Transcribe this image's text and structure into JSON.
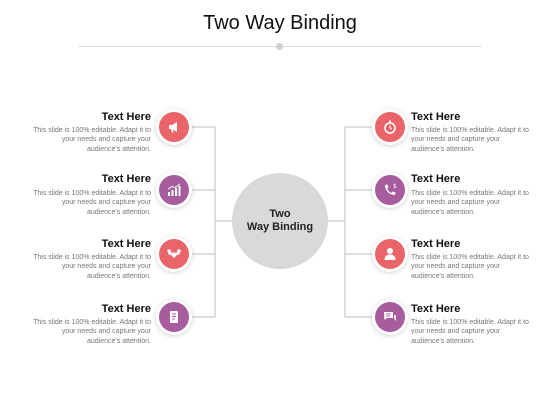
{
  "title": "Two Way Binding",
  "center_label_line1": "Two",
  "center_label_line2": "Way Binding",
  "colors": {
    "red": "#e9656a",
    "purple": "#a65c9d",
    "hub": "#d9d9d9",
    "line": "#bfbfbf"
  },
  "left_items": [
    {
      "title": "Text Here",
      "desc": "This slide is 100% editable. Adapt it to your needs and capture your audience's attention.",
      "icon": "megaphone-icon",
      "color": "red"
    },
    {
      "title": "Text Here",
      "desc": "This slide is 100% editable. Adapt it to your needs and capture your audience's attention.",
      "icon": "bar-chart-icon",
      "color": "purple"
    },
    {
      "title": "Text Here",
      "desc": "This slide is 100% editable. Adapt it to your needs and capture your audience's attention.",
      "icon": "handshake-icon",
      "color": "red"
    },
    {
      "title": "Text Here",
      "desc": "This slide is 100% editable. Adapt it to your needs and capture your audience's attention.",
      "icon": "document-icon",
      "color": "purple"
    }
  ],
  "right_items": [
    {
      "title": "Text Here",
      "desc": "This slide is 100% editable. Adapt it to your needs and capture your audience's attention.",
      "icon": "stopwatch-icon",
      "color": "red"
    },
    {
      "title": "Text Here",
      "desc": "This slide is 100% editable. Adapt it to your needs and capture your audience's attention.",
      "icon": "phone-dollar-icon",
      "color": "purple"
    },
    {
      "title": "Text Here",
      "desc": "This slide is 100% editable. Adapt it to your needs and capture your audience's attention.",
      "icon": "person-icon",
      "color": "red"
    },
    {
      "title": "Text Here",
      "desc": "This slide is 100% editable. Adapt it to your needs and capture your audience's attention.",
      "icon": "chat-icon",
      "color": "purple"
    }
  ]
}
